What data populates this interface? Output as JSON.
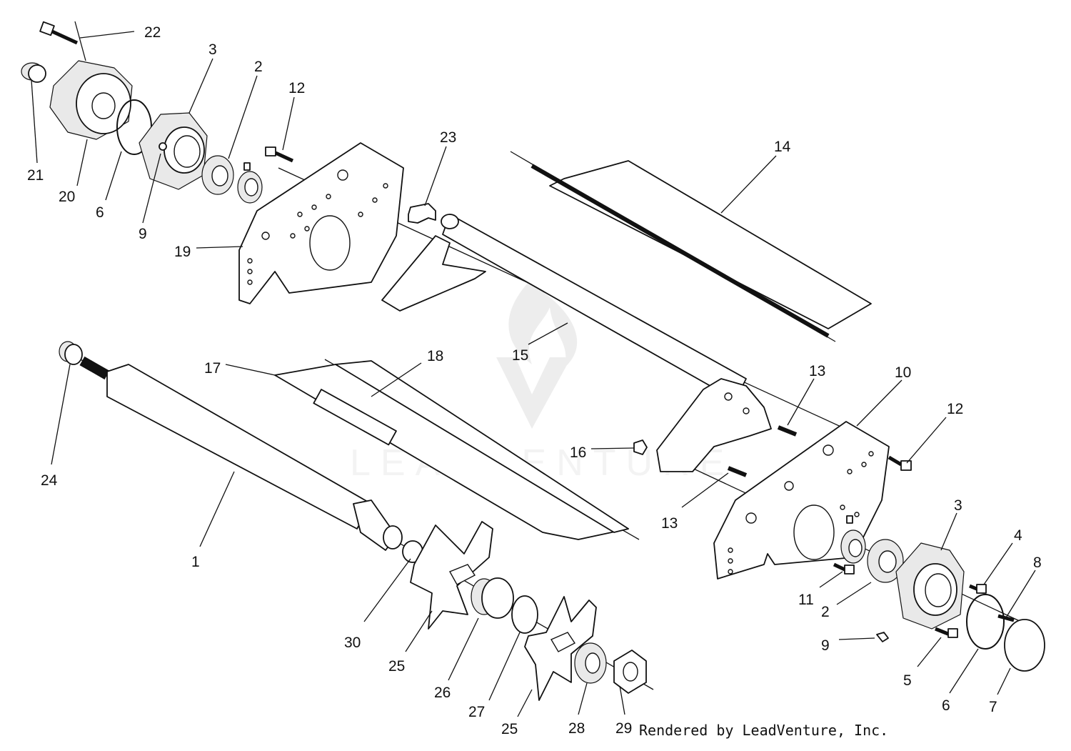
{
  "diagram": {
    "callouts": [
      {
        "id": "c22a",
        "text": "22"
      },
      {
        "id": "c3a",
        "text": "3"
      },
      {
        "id": "c2a",
        "text": "2"
      },
      {
        "id": "c12a",
        "text": "12"
      },
      {
        "id": "c21",
        "text": "21"
      },
      {
        "id": "c20",
        "text": "20"
      },
      {
        "id": "c6a",
        "text": "6"
      },
      {
        "id": "c9a",
        "text": "9"
      },
      {
        "id": "c19",
        "text": "19"
      },
      {
        "id": "c23",
        "text": "23"
      },
      {
        "id": "c14",
        "text": "14"
      },
      {
        "id": "c15",
        "text": "15"
      },
      {
        "id": "c17",
        "text": "17"
      },
      {
        "id": "c18",
        "text": "18"
      },
      {
        "id": "c24",
        "text": "24"
      },
      {
        "id": "c1",
        "text": "1"
      },
      {
        "id": "c13a",
        "text": "13"
      },
      {
        "id": "c10",
        "text": "10"
      },
      {
        "id": "c12b",
        "text": "12"
      },
      {
        "id": "c16",
        "text": "16"
      },
      {
        "id": "c13b",
        "text": "13"
      },
      {
        "id": "c3b",
        "text": "3"
      },
      {
        "id": "c4",
        "text": "4"
      },
      {
        "id": "c8",
        "text": "8"
      },
      {
        "id": "c11",
        "text": "11"
      },
      {
        "id": "c2b",
        "text": "2"
      },
      {
        "id": "c9b",
        "text": "9"
      },
      {
        "id": "c5",
        "text": "5"
      },
      {
        "id": "c6b",
        "text": "6"
      },
      {
        "id": "c7",
        "text": "7"
      },
      {
        "id": "c30",
        "text": "30"
      },
      {
        "id": "c25a",
        "text": "25"
      },
      {
        "id": "c26",
        "text": "26"
      },
      {
        "id": "c27",
        "text": "27"
      },
      {
        "id": "c25b",
        "text": "25"
      },
      {
        "id": "c28",
        "text": "28"
      },
      {
        "id": "c29",
        "text": "29"
      }
    ]
  },
  "watermark": {
    "text": "LEADVENTURE"
  },
  "credit": "Rendered by LeadVenture, Inc."
}
